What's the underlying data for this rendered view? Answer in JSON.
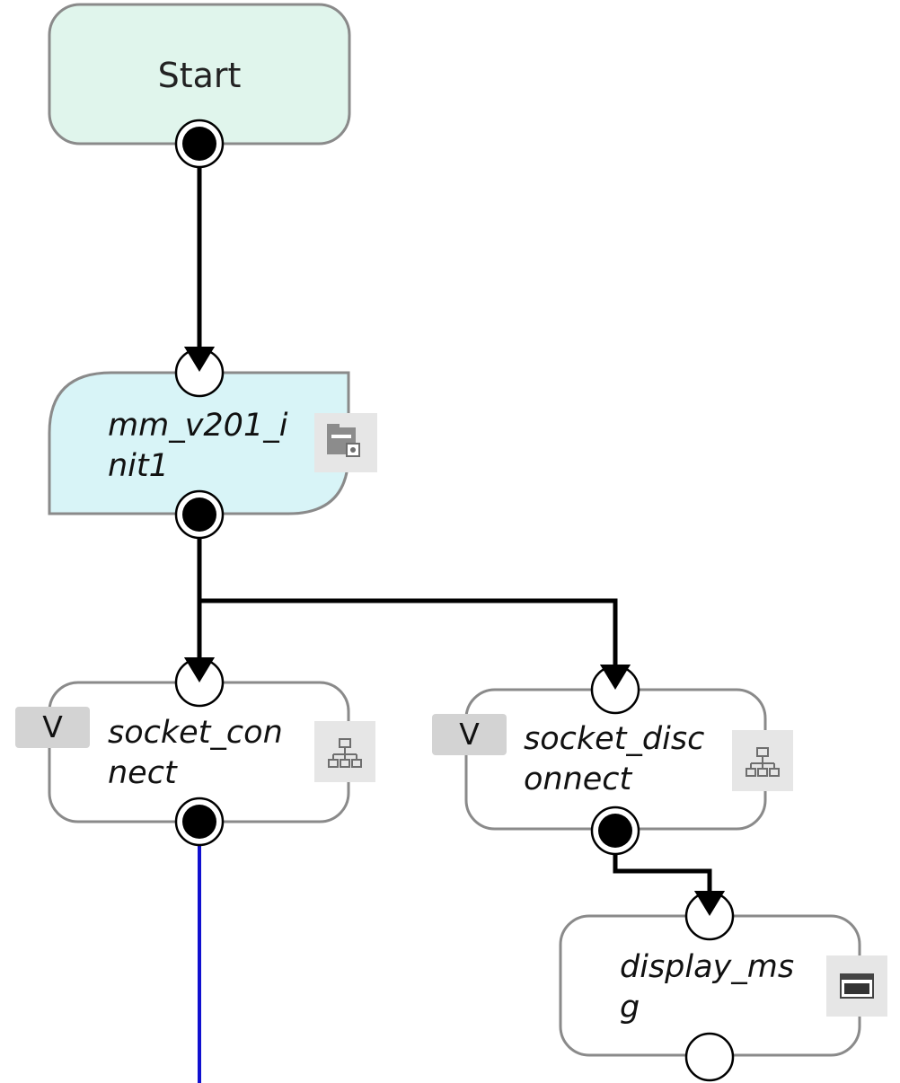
{
  "nodes": {
    "start": {
      "label": "Start"
    },
    "init": {
      "label_line1": "mm_v201_i",
      "label_line2": "nit1",
      "icon": "folder-settings-icon"
    },
    "connect": {
      "label_line1": "socket_con",
      "label_line2": "nect",
      "badge": "V",
      "icon": "network-icon"
    },
    "disconnect": {
      "label_line1": "socket_disc",
      "label_line2": "onnect",
      "badge": "V",
      "icon": "network-icon"
    },
    "display": {
      "label_line1": "display_ms",
      "label_line2": "g",
      "icon": "window-icon"
    }
  },
  "colors": {
    "start_fill": "#e0f5ec",
    "init_fill": "#d8f4f7",
    "node_fill": "#ffffff",
    "node_border": "#8a8a8a",
    "edge": "#000000",
    "selected_edge": "#1010d0"
  }
}
